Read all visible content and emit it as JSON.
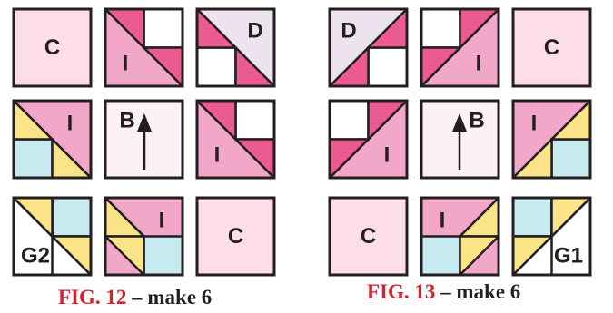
{
  "colors": {
    "border": "#231f20",
    "light_pink": "#fcdde9",
    "pale_pink": "#fdf1f6",
    "mid_pink": "#f2a6c8",
    "hot_pink": "#eb5a90",
    "lavender": "#ece3ee",
    "yellow": "#fbe487",
    "light_blue": "#c7e9f0",
    "white": "#ffffff",
    "caption_red": "#d8212f",
    "caption_black": "#231f20"
  },
  "figures": [
    {
      "id": "fig12",
      "caption_fig": "FIG. 12",
      "caption_rest": " – make 6",
      "blocks": [
        {
          "type": "solid",
          "fill": "light_pink",
          "label": "C"
        },
        {
          "type": "i_pink",
          "flip": false,
          "label": "I"
        },
        {
          "type": "d_block",
          "flip": false,
          "label": "D"
        },
        {
          "type": "i_yellow",
          "flip": false,
          "label": "I"
        },
        {
          "type": "arrow",
          "flip": false,
          "label": "B"
        },
        {
          "type": "i_pink",
          "flip": false,
          "label": "I"
        },
        {
          "type": "g_block",
          "flip": false,
          "label": "G2"
        },
        {
          "type": "i_yellow_b",
          "flip": false,
          "label": "I"
        },
        {
          "type": "solid",
          "fill": "light_pink",
          "label": "C"
        }
      ]
    },
    {
      "id": "fig13",
      "caption_fig": "FIG. 13",
      "caption_rest": " – make 6",
      "blocks": [
        {
          "type": "d_block",
          "flip": true,
          "label": "D"
        },
        {
          "type": "i_pink",
          "flip": true,
          "label": "I"
        },
        {
          "type": "solid",
          "fill": "light_pink",
          "label": "C"
        },
        {
          "type": "i_pink",
          "flip": true,
          "label": "I"
        },
        {
          "type": "arrow",
          "flip": true,
          "label": "B"
        },
        {
          "type": "i_yellow",
          "flip": true,
          "label": "I"
        },
        {
          "type": "solid",
          "fill": "light_pink",
          "label": "C"
        },
        {
          "type": "i_yellow_b",
          "flip": true,
          "label": "I"
        },
        {
          "type": "g_block",
          "flip": true,
          "label": "G1"
        }
      ]
    }
  ]
}
